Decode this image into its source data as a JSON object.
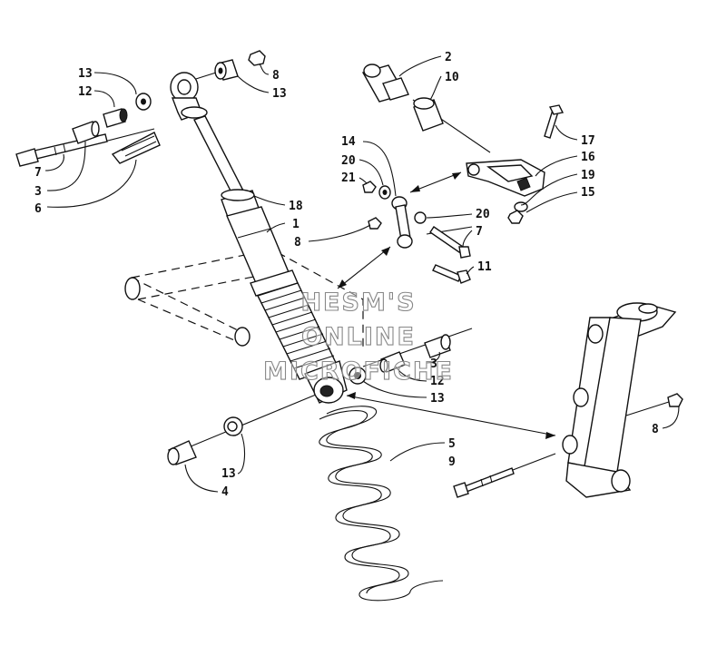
{
  "diagram": {
    "callouts": {
      "c13a": "13",
      "c12a": "12",
      "c7a": "7",
      "c3a": "3",
      "c6": "6",
      "c8a": "8",
      "c13b": "13",
      "c2": "2",
      "c10": "10",
      "c17": "17",
      "c16": "16",
      "c19": "19",
      "c15": "15",
      "c14": "14",
      "c20a": "20",
      "c21": "21",
      "c18": "18",
      "c1": "1",
      "c8b": "8",
      "c20b": "20",
      "c7b": "7",
      "c11": "11",
      "c3b": "3",
      "c12b": "12",
      "c13c": "13",
      "c5": "5",
      "c9": "9",
      "c8c": "8",
      "c13d": "13",
      "c4": "4"
    },
    "watermark": [
      "HESM'S",
      "ONLINE",
      "MICROFICHE"
    ]
  }
}
